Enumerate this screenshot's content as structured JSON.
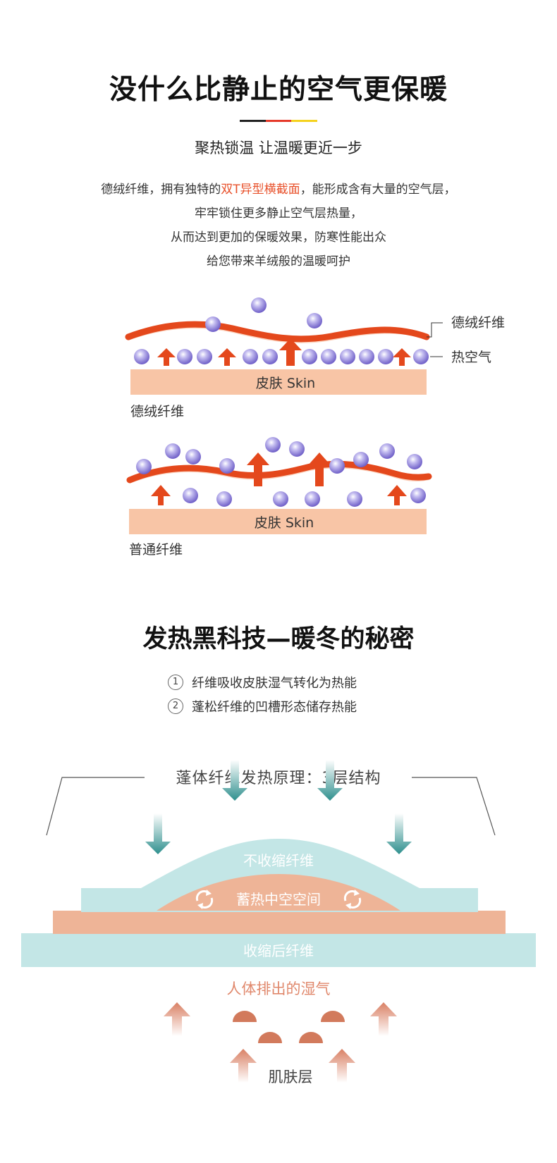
{
  "section1": {
    "title": "没什么比静止的空气更保暖",
    "rule_colors": [
      "#222222",
      "#e53a2a",
      "#f5d21e"
    ],
    "subtitle": "聚热锁温 让温暖更近一步",
    "paragraph": {
      "line1_prefix": "德绒纤维，拥有独特的",
      "line1_highlight": "双T异型横截面",
      "line1_suffix": "，能形成含有大量的空气层，",
      "line2": "牢牢锁住更多静止空气层热量，",
      "line3": "从而达到更加的保暖效果，防寒性能出众",
      "line4": "给您带来羊绒般的温暖呵护"
    },
    "diagram_top": {
      "skin_label": "皮肤 Skin",
      "caption": "德绒纤维",
      "callout_fiber": "德绒纤维",
      "callout_air": "热空气"
    },
    "diagram_bottom": {
      "skin_label": "皮肤 Skin",
      "caption": "普通纤维"
    }
  },
  "section2": {
    "title": "发热黑科技—暖冬的秘密",
    "points": [
      {
        "num": "1",
        "text": "纤维吸收皮肤湿气转化为热能"
      },
      {
        "num": "2",
        "text": "蓬松纤维的凹槽形态储存热能"
      }
    ],
    "structure": {
      "title": "蓬体纤维发热原理：3层结构",
      "layer_top": "不收缩纤维",
      "layer_middle": "蓄热中空空间",
      "layer_bottom": "收缩后纤维",
      "moisture_label": "人体排出的湿气",
      "skin_label": "肌肤层"
    }
  },
  "colors": {
    "accent": "#e8502a",
    "wave": "#e4481c",
    "skin": "#f8c5a6",
    "bubble": "#7d6fd0",
    "teal_layer": "#c3e6e6",
    "salmon_layer": "#eeb497",
    "teal_arrow": "#3a9a98"
  }
}
